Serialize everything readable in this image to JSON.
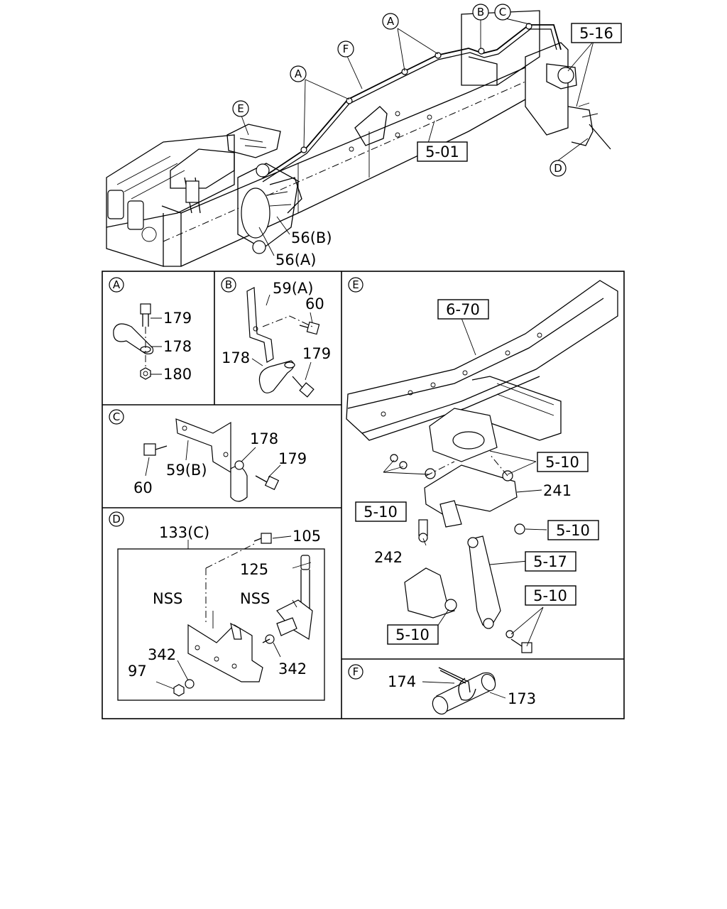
{
  "overview": {
    "ref_boxes": {
      "r516": "5-16",
      "r501": "5-01"
    },
    "circle_labels": {
      "a1": "A",
      "a2": "A",
      "b": "B",
      "c": "C",
      "d": "D",
      "e": "E",
      "f": "F"
    },
    "labels": {
      "p56b": "56(B)",
      "p56a": "56(A)"
    }
  },
  "panel_a": {
    "id": "A",
    "labels": {
      "p179": "179",
      "p178": "178",
      "p180": "180"
    }
  },
  "panel_b": {
    "id": "B",
    "labels": {
      "p59a": "59(A)",
      "p60": "60",
      "p178": "178",
      "p179": "179"
    }
  },
  "panel_c": {
    "id": "C",
    "labels": {
      "p60": "60",
      "p59b": "59(B)",
      "p178": "178",
      "p179": "179"
    }
  },
  "panel_d": {
    "id": "D",
    "labels": {
      "p133c": "133(C)",
      "p105": "105",
      "p125": "125",
      "nss1": "NSS",
      "nss2": "NSS",
      "p342a": "342",
      "p342b": "342",
      "p97": "97"
    }
  },
  "panel_e": {
    "id": "E",
    "ref_boxes": {
      "r670": "6-70",
      "r510a": "5-10",
      "r510b": "5-10",
      "r510c": "5-10",
      "r517": "5-17",
      "r510d": "5-10",
      "r510e": "5-10"
    },
    "labels": {
      "p241": "241",
      "p242": "242"
    }
  },
  "panel_f": {
    "id": "F",
    "labels": {
      "p174": "174",
      "p173": "173"
    }
  }
}
